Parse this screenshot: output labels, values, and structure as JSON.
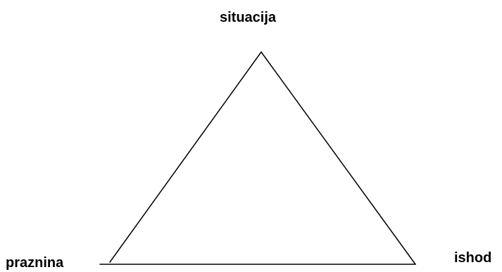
{
  "diagram": {
    "vertices": {
      "top": "situacija",
      "bottom_left": "praznina",
      "bottom_right": "ishod"
    },
    "line_color": "#000000",
    "text_color": "#000000",
    "background": "#ffffff"
  }
}
